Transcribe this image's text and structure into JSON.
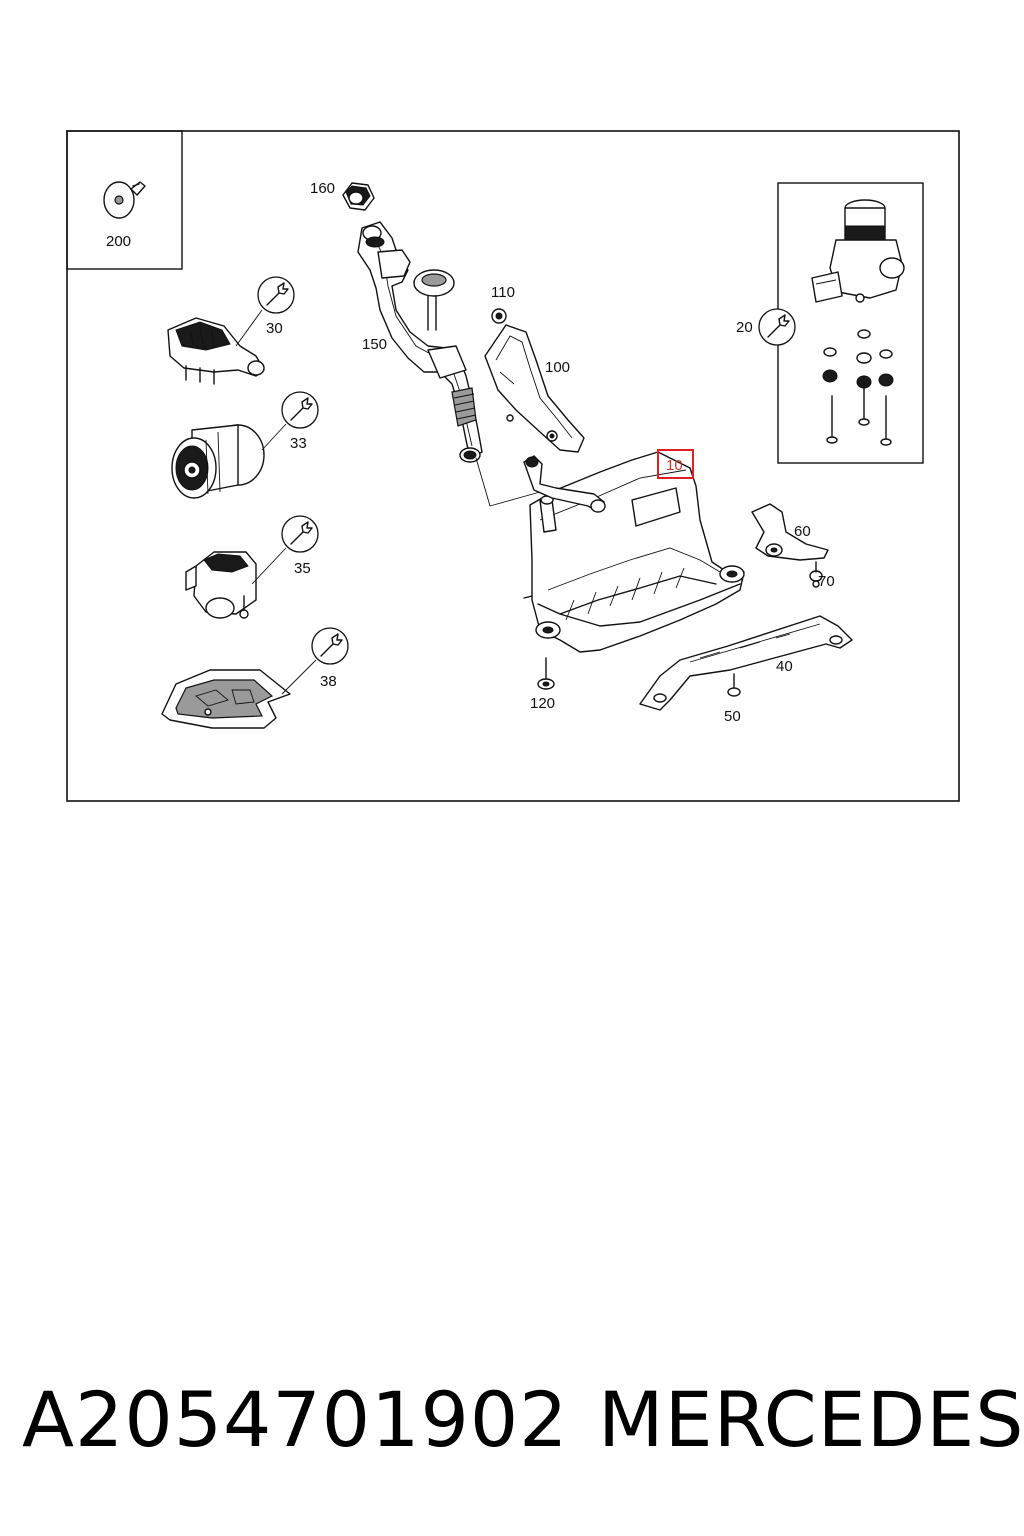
{
  "callouts": {
    "c200": "200",
    "c160": "160",
    "c150": "150",
    "c110": "110",
    "c100": "100",
    "c30": "30",
    "c33": "33",
    "c35": "35",
    "c38": "38",
    "c10": "10",
    "c20": "20",
    "c60": "60",
    "c70": "70",
    "c40": "40",
    "c50": "50",
    "c120": "120"
  },
  "highlighted_callout": "10",
  "highlight_color": "#e02020",
  "footer": {
    "part_number": "A2054701902",
    "brand": "MERCEDES"
  }
}
